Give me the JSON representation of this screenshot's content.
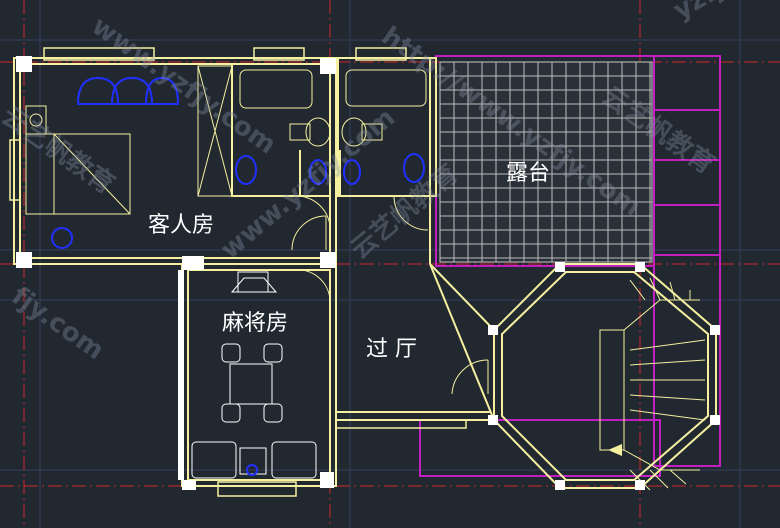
{
  "rooms": {
    "guest_room": "客人房",
    "terrace": "露台",
    "mahjong_room": "麻将房",
    "hall": "过 厅"
  },
  "watermarks": {
    "url_a": "www.yzfjy.com",
    "url_b": "http://www.yzfjy.com",
    "url_c": "fjy.com",
    "url_d": "yzfjy",
    "brand": "云艺帆教育"
  },
  "colors": {
    "background": "#212830",
    "wall": "#f5f0a0",
    "grid_red": "#d02828",
    "grid_blue": "#3a4a70",
    "magenta": "#c020c0",
    "fixture_blue": "#2030ff",
    "white_col": "#ffffff"
  }
}
